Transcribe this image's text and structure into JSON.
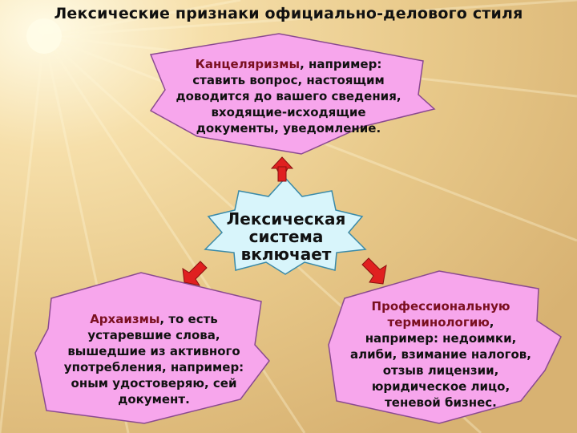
{
  "title": "Лексические признаки официально-делового стиля",
  "center": {
    "lines": [
      "Лексическая",
      "система",
      "включает"
    ]
  },
  "top_box": {
    "term": "Канцеляризмы",
    "lines_rest": [
      ", например:",
      "ставить вопрос, настоящим",
      "доводится до вашего сведения,",
      "входящие-исходящие",
      "документы, уведомление."
    ]
  },
  "left_box": {
    "term": "Архаизмы",
    "lines_rest": [
      ", то есть",
      "устаревшие слова,",
      "вышедшие из активного",
      "употребления, например:",
      "оным удостоверяю, сей",
      "документ."
    ]
  },
  "right_box": {
    "term_line1": "Профессиональную",
    "term_line2": "терминологию",
    "lines_rest": [
      ",",
      "например: недоимки,",
      "алиби, взимание налогов,",
      "отзыв лицензии,",
      "юридическое лицо,",
      "теневой бизнес."
    ]
  },
  "colors": {
    "box_fill": "#f7a6ec",
    "box_stroke": "#8a4a90",
    "star_fill": "#d8f5fb",
    "star_stroke": "#3a8aa8",
    "arrow": "#e02020",
    "term_color": "#7a1020"
  }
}
